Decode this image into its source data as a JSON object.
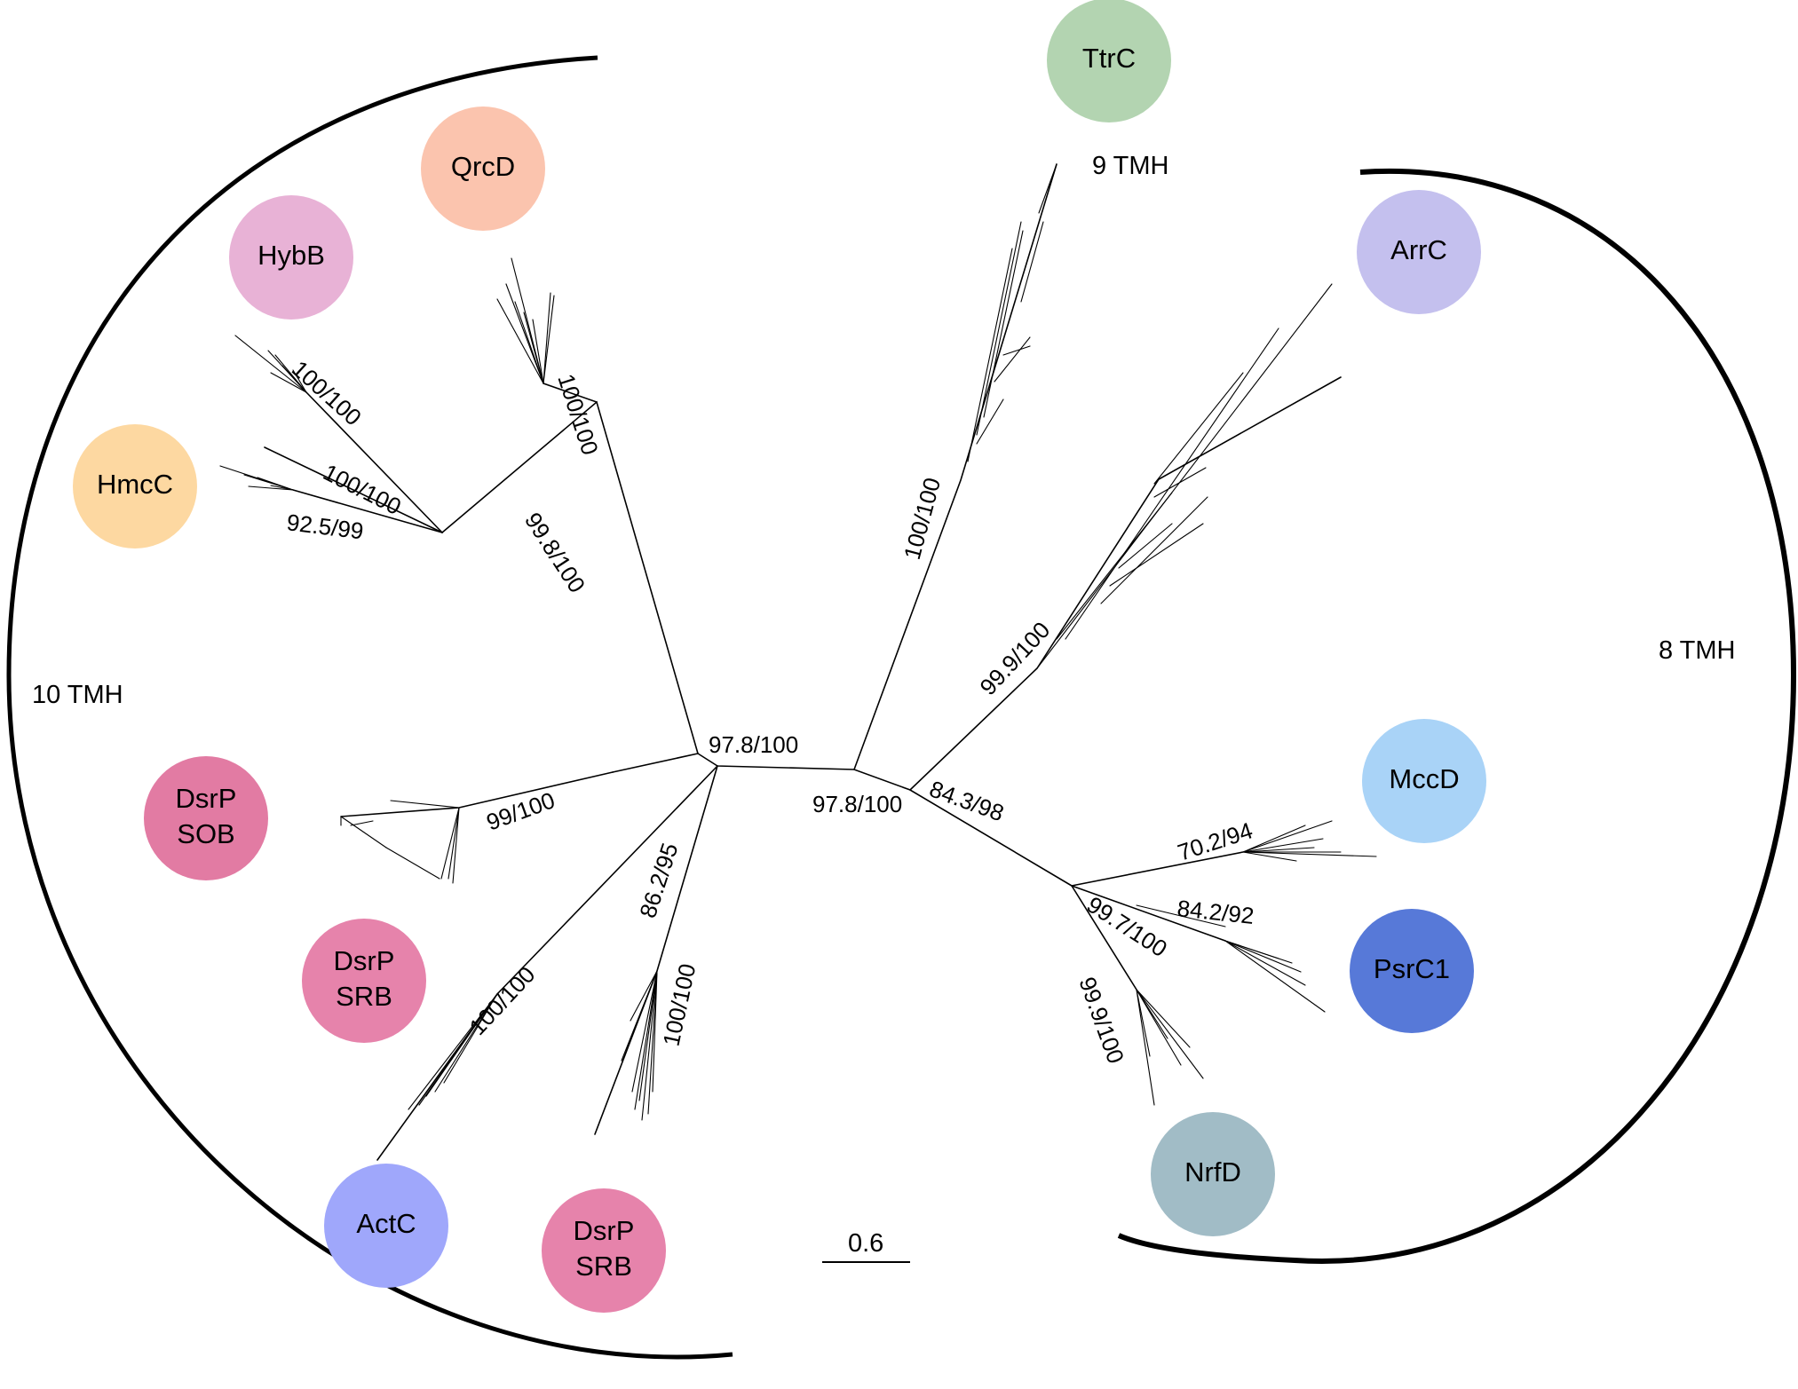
{
  "clades": [
    {
      "id": "ttrc",
      "label": "TtrC",
      "color": "#b3d4b1"
    },
    {
      "id": "qrcd",
      "label": "QrcD",
      "color": "#fbc4ae"
    },
    {
      "id": "hybb",
      "label": "HybB",
      "color": "#e8b2d6"
    },
    {
      "id": "hmcc",
      "label": "HmcC",
      "color": "#fdd8a1"
    },
    {
      "id": "dsrp-sob",
      "label": "DsrP\nSOB",
      "line1": "DsrP",
      "line2": "SOB",
      "color": "#e27ba3"
    },
    {
      "id": "dsrp-srb-1",
      "label": "DsrP\nSRB",
      "line1": "DsrP",
      "line2": "SRB",
      "color": "#e683ab"
    },
    {
      "id": "actc",
      "label": "ActC",
      "color": "#9fa7fb"
    },
    {
      "id": "dsrp-srb-2",
      "label": "DsrP\nSRB",
      "line1": "DsrP",
      "line2": "SRB",
      "color": "#e683ab"
    },
    {
      "id": "arrc",
      "label": "ArrC",
      "color": "#c4c0ee"
    },
    {
      "id": "mccd",
      "label": "MccD",
      "color": "#a9d3f7"
    },
    {
      "id": "psrc1",
      "label": "PsrC1",
      "color": "#5779d8"
    },
    {
      "id": "nrfd",
      "label": "NrfD",
      "color": "#a1bcc6"
    }
  ],
  "support_values": {
    "hybb": "100/100",
    "hmcc_upper": "100/100",
    "hmcc_lower": "92.5/99",
    "qrcd": "100/100",
    "left_upper": "99.8/100",
    "center_left": "97.8/100",
    "dsrp_sob": "99/100",
    "dsrp_srb_node": "86.2/95",
    "actc": "100/100",
    "dsrp_srb_2": "100/100",
    "ttrc": "100/100",
    "center_right": "97.8/100",
    "arrc": "99.9/100",
    "right_lower": "84.3/98",
    "mccd": "70.2/94",
    "psrc1": "84.2/92",
    "psrc1_mccd_node": "99.7/100",
    "nrfd": "99.9/100"
  },
  "groups": {
    "left": "10 TMH",
    "top": "9 TMH",
    "right": "8 TMH"
  },
  "scale_bar": {
    "label": "0.6"
  }
}
